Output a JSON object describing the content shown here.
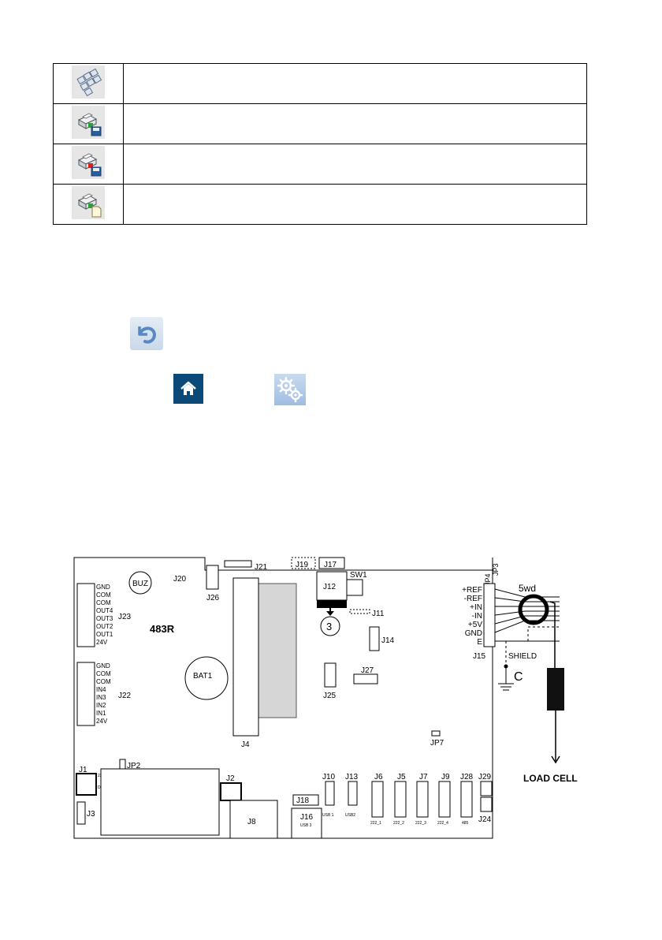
{
  "icon_table": {
    "rows": [
      {
        "icon": "keypad-icon",
        "description": ""
      },
      {
        "icon": "printer-save-green-icon",
        "description": ""
      },
      {
        "icon": "printer-save-red-icon",
        "description": ""
      },
      {
        "icon": "printer-document-icon",
        "description": ""
      }
    ]
  },
  "buttons": {
    "undo": {
      "icon": "undo-arrow-icon"
    },
    "home": {
      "icon": "home-icon",
      "color": "#0b4a78"
    },
    "settings": {
      "icon": "gears-icon"
    }
  },
  "pcb": {
    "board_name": "483R",
    "labels": {
      "buz": "BUZ",
      "j20": "J20",
      "j21": "J21",
      "j19": "J19",
      "j17": "J17",
      "j12": "J12",
      "sw1": "SW1",
      "j26": "J26",
      "j11": "J11",
      "j14": "J14",
      "j27": "J27",
      "j25": "J25",
      "j23": "J23",
      "j22": "J22",
      "bat1": "BAT1",
      "j4": "J4",
      "jp7": "JP7",
      "j1": "J1",
      "jp2": "JP2",
      "j2": "J2",
      "j3": "J3",
      "j8": "J8",
      "j18": "J18",
      "j16": "J16",
      "usb3": "USB 3",
      "j10": "J10",
      "j13": "J13",
      "usb1": "USB 1",
      "usb2": "USB2",
      "j6": "J6",
      "j5": "J5",
      "j7": "J7",
      "j9": "J9",
      "j28": "J28",
      "j29": "J29",
      "j24": "J24",
      "j15": "J15",
      "jp4": "JP4",
      "jp3": "JP3",
      "p222_1": "222_1",
      "p222_2": "222_2",
      "p222_3": "222_3",
      "p222_4": "222_4",
      "p485": "485",
      "j1_top": "230U",
      "j1_bottom": "DC"
    },
    "callout": "3",
    "j23_pins": [
      "GND",
      "COM",
      "COM",
      "OUT4",
      "OUT3",
      "OUT2",
      "OUT1",
      "24V"
    ],
    "j22_pins": [
      "GND",
      "COM",
      "COM",
      "IN4",
      "IN3",
      "IN2",
      "IN1",
      "24V"
    ],
    "j15_pins": [
      "+REF",
      "-REF",
      "+IN",
      "-IN",
      "+5V",
      "GND",
      "E"
    ],
    "ferrite": "5wd",
    "shield": "SHIELD",
    "capacitor": "C",
    "load_cell": "LOAD CELL"
  }
}
